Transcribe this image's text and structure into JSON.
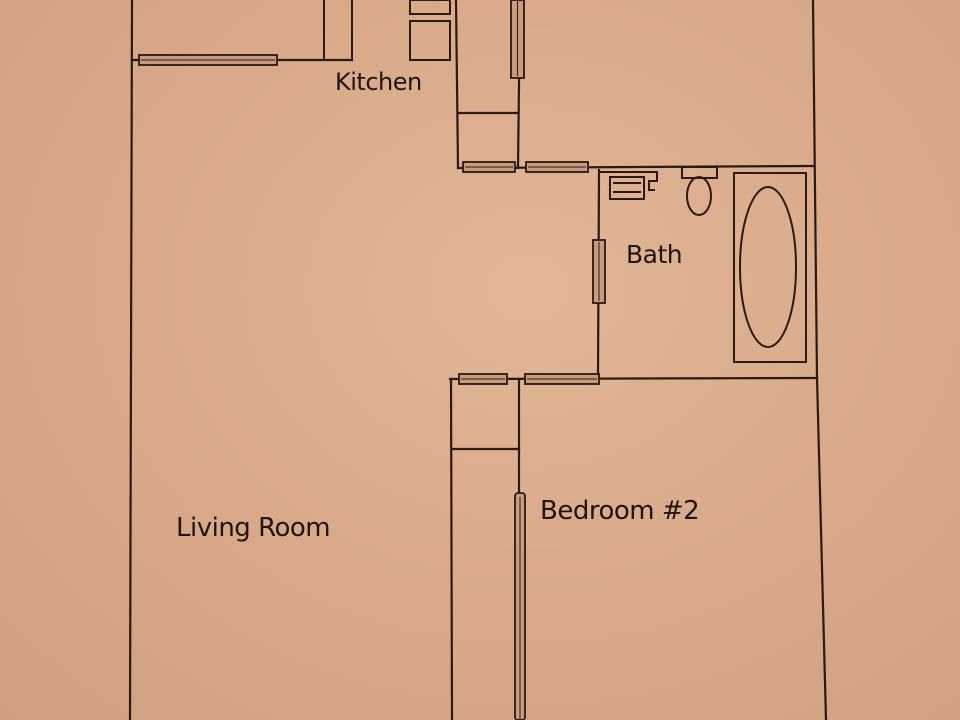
{
  "diagram": {
    "type": "floor-plan",
    "rooms": [
      {
        "id": "kitchen",
        "label": "Kitchen"
      },
      {
        "id": "bath",
        "label": "Bath"
      },
      {
        "id": "bedroom2",
        "label": "Bedroom #2"
      },
      {
        "id": "living-room",
        "label": "Living Room"
      }
    ],
    "fixtures": [
      {
        "room": "bath",
        "type": "sink"
      },
      {
        "room": "bath",
        "type": "toilet"
      },
      {
        "room": "bath",
        "type": "bathtub"
      },
      {
        "room": "kitchen",
        "type": "counter"
      },
      {
        "room": "kitchen",
        "type": "cabinet"
      }
    ]
  },
  "colors": {
    "paper": "#d9a98a",
    "ink": "#2a1a14"
  }
}
